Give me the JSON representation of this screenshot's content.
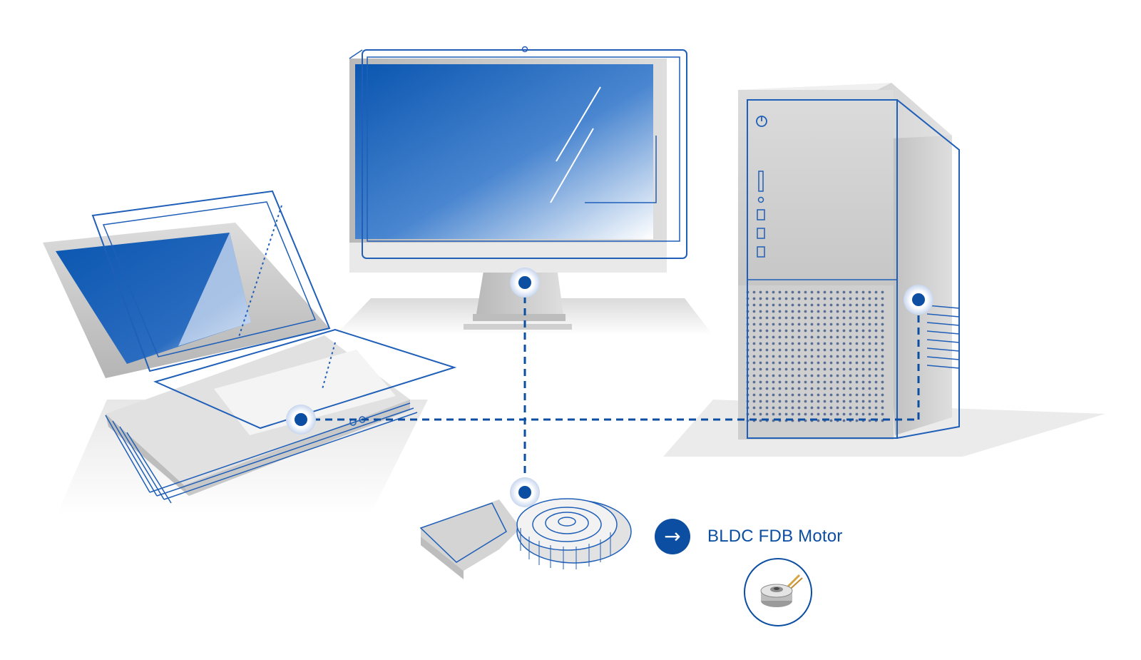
{
  "callout": {
    "arrow_icon": "arrow-right-icon",
    "arrow_glyph": "→",
    "label": "BLDC FDB Motor"
  },
  "devices": [
    "laptop",
    "monitor",
    "desktop-tower",
    "blower-fan",
    "motor"
  ],
  "colors": {
    "accent": "#0b4ea2",
    "screen_blue": "#0a56b0",
    "line_blue": "#1f5fb8",
    "body_gray": "#c9c9c9",
    "floor_gray": "#e6e6e6"
  }
}
